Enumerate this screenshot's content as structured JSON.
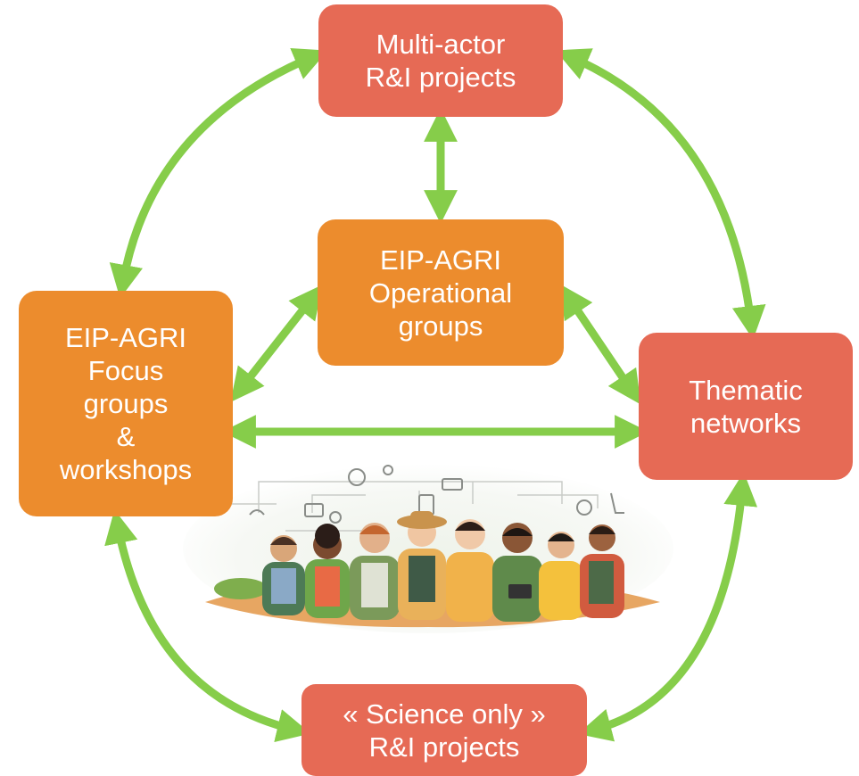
{
  "colors": {
    "arrow": "#86cd4a",
    "red_box": "#e66a55",
    "orange_box": "#ec8c2d",
    "text": "#ffffff"
  },
  "nodes": {
    "multi_actor": {
      "lines": [
        "Multi-actor",
        "R&I projects"
      ]
    },
    "operational_groups": {
      "lines": [
        "EIP-AGRI",
        "Operational",
        "groups"
      ]
    },
    "focus_groups": {
      "lines": [
        "EIP-AGRI",
        "Focus",
        "groups",
        "&",
        "workshops"
      ]
    },
    "thematic_networks": {
      "lines": [
        "Thematic",
        "networks"
      ]
    },
    "science_only": {
      "lines": [
        "« Science only »",
        "R&I projects"
      ]
    }
  },
  "links": [
    {
      "from": "multi_actor",
      "to": "operational_groups",
      "direction": "both"
    },
    {
      "from": "multi_actor",
      "to": "focus_groups",
      "direction": "both"
    },
    {
      "from": "multi_actor",
      "to": "thematic_networks",
      "direction": "both"
    },
    {
      "from": "operational_groups",
      "to": "focus_groups",
      "direction": "both"
    },
    {
      "from": "operational_groups",
      "to": "thematic_networks",
      "direction": "both"
    },
    {
      "from": "focus_groups",
      "to": "thematic_networks",
      "direction": "both"
    },
    {
      "from": "focus_groups",
      "to": "science_only",
      "direction": "both"
    },
    {
      "from": "thematic_networks",
      "to": "science_only",
      "direction": "both"
    }
  ],
  "illustration": {
    "subject": "group of farmers and agricultural workers",
    "icons": [
      "seedling-icon",
      "brain-icon",
      "lightbulb-icon",
      "network-icon",
      "laptop-icon",
      "tablet-icon",
      "microscope-icon",
      "molecule-icon",
      "cancel-icon"
    ]
  }
}
